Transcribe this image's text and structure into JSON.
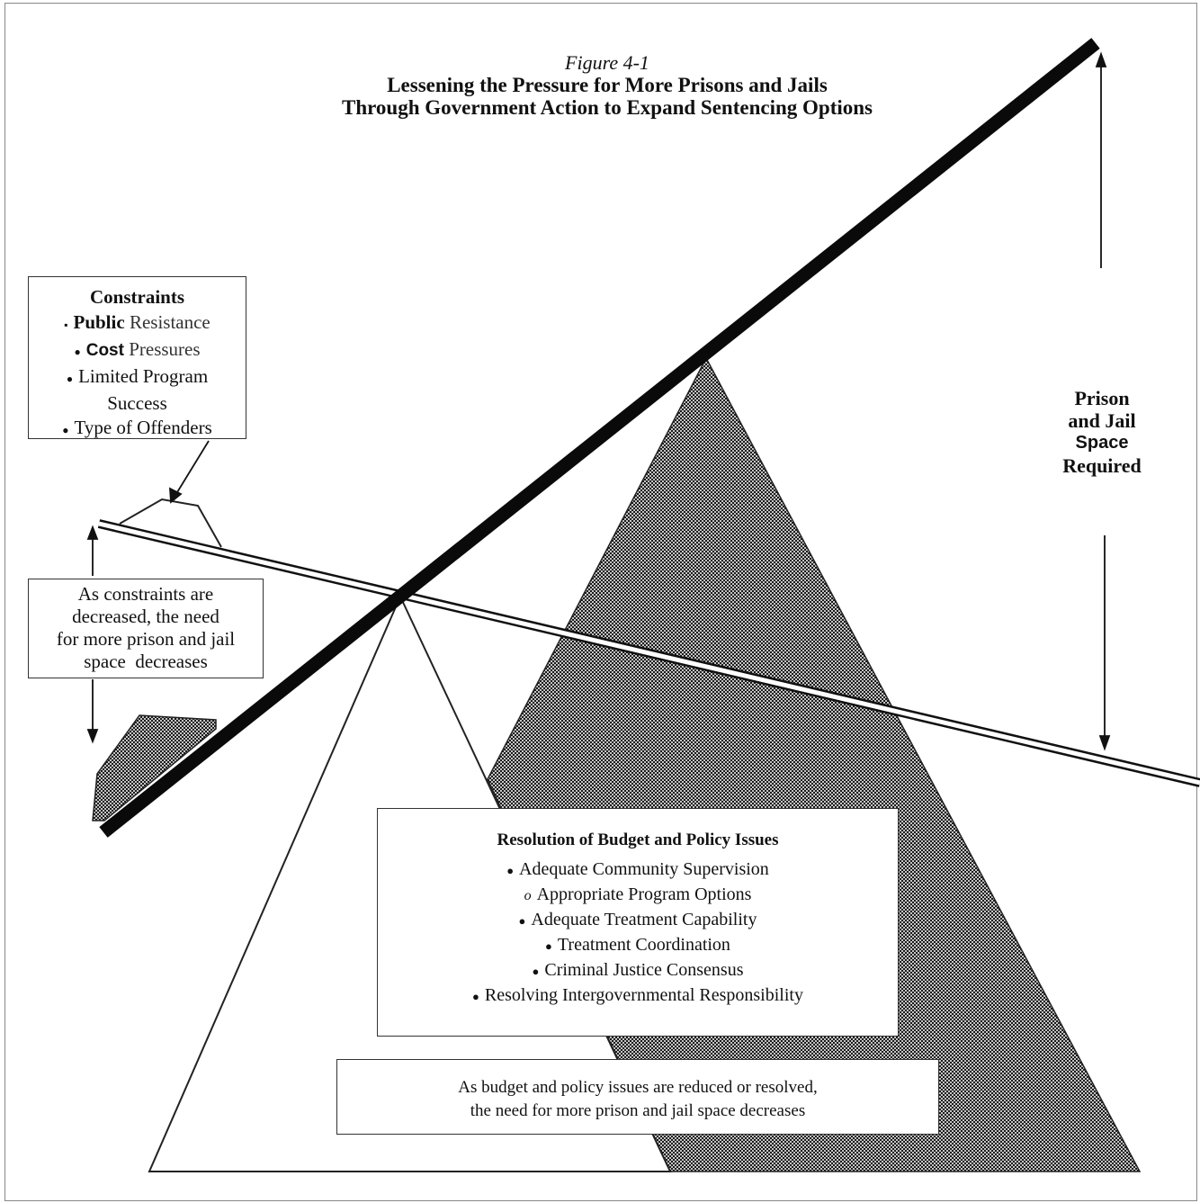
{
  "figure": {
    "label": "Figure 4-1",
    "title_line1": "Lessening the Pressure for More Prisons and Jails",
    "title_line2": "Through Government Action to Expand Sentencing Options"
  },
  "constraints": {
    "heading": "Constraints",
    "items": [
      {
        "bullet": "▪",
        "bold": "Public",
        "rest": " Resistance"
      },
      {
        "bullet": "●",
        "bold": "Cost",
        "rest": " Pressures"
      },
      {
        "bullet": "●",
        "bold": "",
        "rest": "Limited Program"
      },
      {
        "bullet": "",
        "bold": "",
        "rest": "Success"
      },
      {
        "bullet": "●",
        "bold": "",
        "rest": "Type of Offenders"
      }
    ]
  },
  "constraints_callout": {
    "lines": [
      "As constraints are",
      "decreased, the need",
      "for more prison and jail",
      "space  decreases"
    ]
  },
  "space_required": {
    "lines": [
      "Prison",
      "and Jail",
      "Space",
      "Required"
    ]
  },
  "resolution": {
    "heading": "Resolution of Budget and Policy Issues",
    "items": [
      {
        "bullet": "●",
        "text": "Adequate Community Supervision"
      },
      {
        "bullet": "o",
        "text": "Appropriate Program Options"
      },
      {
        "bullet": "●",
        "text": "Adequate Treatment Capability"
      },
      {
        "bullet": "●",
        "text": "Treatment Coordination"
      },
      {
        "bullet": "●",
        "text": "Criminal Justice Consensus"
      },
      {
        "bullet": "●",
        "text": "Resolving Intergovernmental Responsibility"
      }
    ]
  },
  "resolution_callout": {
    "line1": "As budget and policy issues are reduced or resolved,",
    "line2": "the need for more prison and jail space decreases"
  },
  "colors": {
    "ink": "#111111",
    "stipple_dark": "#1a1a1a",
    "stipple_light": "#bfbfbf"
  }
}
